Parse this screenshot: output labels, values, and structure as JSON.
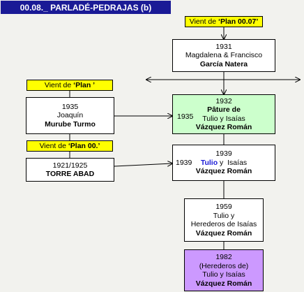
{
  "title": "00.08._ PARLADÉ-PEDRAJAS (b)",
  "labels": {
    "plan0007": {
      "prefix": "Vient de ",
      "bold": "‘Plan 00.07’"
    },
    "plan": {
      "prefix": "Vient de ",
      "bold": "‘Plan ’"
    },
    "plan00": {
      "prefix": "Vient de ",
      "bold": "‘Plan 00.’"
    }
  },
  "boxes": {
    "b1931": {
      "line1": "1931",
      "line2": "Magdalena & Francisco",
      "line3": "García Natera"
    },
    "b1935": {
      "line1": "1935",
      "line2": "Joaquín",
      "line3": "Murube Turmo"
    },
    "b1932": {
      "line1": "1932",
      "line2": "Pâture de",
      "side_year": "1935",
      "line3": "Tulio y Isaías",
      "line4": "Vázquez Román"
    },
    "b1921": {
      "line1": "1921/1925",
      "line2": "TORRE ABAD"
    },
    "b1939": {
      "line1": "1939",
      "side_year": "1939",
      "tulio": "Tulio",
      "line2_rest": " y  Isaías",
      "line3": "Vázquez Román"
    },
    "b1959": {
      "line1": "1959",
      "line2": "Tulio y",
      "line3": "Herederos de Isaías",
      "line4": "Vázquez Román"
    },
    "b1982": {
      "line1": "1982",
      "line2": "(Herederos de)",
      "line3": "Tulio y Isaías",
      "line4": "Vázquez Román"
    }
  },
  "colors": {
    "title_bg": "#1a1a96",
    "label_bg": "#ffff00",
    "highlight_green": "#ccffcc",
    "final_purple": "#cc99ff"
  }
}
